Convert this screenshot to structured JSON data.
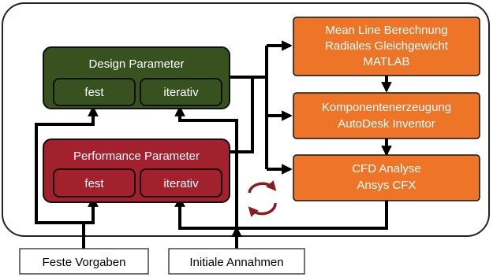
{
  "design": {
    "title": "Design Parameter",
    "fest": "fest",
    "iterativ": "iterativ"
  },
  "performance": {
    "title": "Performance Parameter",
    "fest": "fest",
    "iterativ": "iterativ"
  },
  "meanline": {
    "line1": "Mean Line Berechnung",
    "line2": "Radiales Gleichgewicht",
    "line3": "MATLAB"
  },
  "komponenten": {
    "line1": "Komponentenerzeugung",
    "line2": "AutoDesk Inventor"
  },
  "cfd": {
    "line1": "CFD Analyse",
    "line2": "Ansys CFX"
  },
  "inputs": {
    "feste_vorgaben": "Feste Vorgaben",
    "initiale_annahmen": "Initiale Annahmen"
  },
  "colors": {
    "design_green": "#37521f",
    "performance_red": "#a3202d",
    "process_orange": "#ee7428",
    "cycle_arrow": "#8b1a1f",
    "outline": "#1a1a1a"
  }
}
